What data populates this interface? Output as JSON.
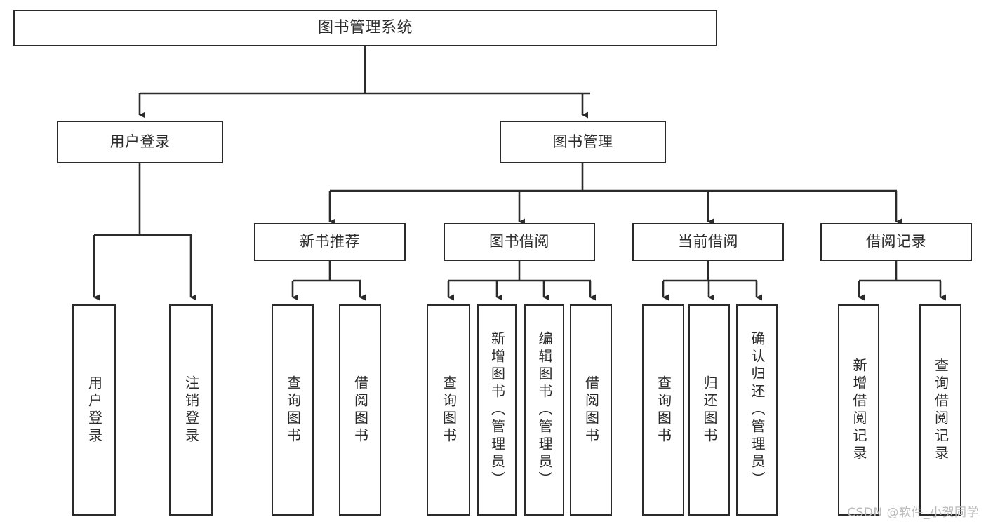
{
  "diagram": {
    "title": "图书管理系统",
    "type": "tree-hierarchy-diagram",
    "stroke_color": "#2b2b2b",
    "fill_color": "#ffffff",
    "text_color": "#2b2b2b",
    "watermark": "CSDN @软件_小贺同学",
    "watermark_color": "#b9b9b9"
  },
  "nodes": {
    "root": {
      "label": "图书管理系统"
    },
    "level1": [
      {
        "label": "用户登录"
      },
      {
        "label": "图书管理"
      }
    ],
    "level2": [
      {
        "label": "新书推荐"
      },
      {
        "label": "图书借阅"
      },
      {
        "label": "当前借阅"
      },
      {
        "label": "借阅记录"
      }
    ],
    "leaves": {
      "user_login": [
        {
          "label": "用户登录"
        },
        {
          "label": "注销登录"
        }
      ],
      "new_book_recommend": [
        {
          "label": "查询图书"
        },
        {
          "label": "借阅图书"
        }
      ],
      "book_borrow": [
        {
          "label": "查询图书"
        },
        {
          "label": "新增图书（管理员）"
        },
        {
          "label": "编辑图书（管理员）"
        },
        {
          "label": "借阅图书"
        }
      ],
      "current_borrow": [
        {
          "label": "查询图书"
        },
        {
          "label": "归还图书"
        },
        {
          "label": "确认归还（管理员）"
        }
      ],
      "borrow_record": [
        {
          "label": "新增借阅记录"
        },
        {
          "label": "查询借阅记录"
        }
      ]
    }
  }
}
